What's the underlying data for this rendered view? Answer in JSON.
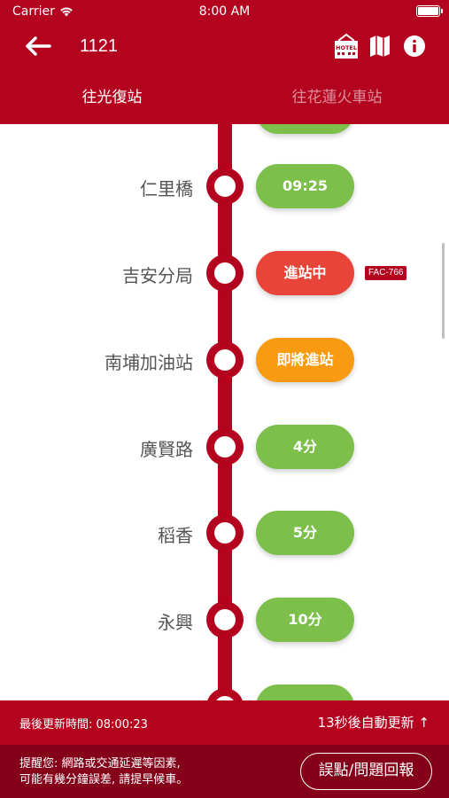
{
  "status_bar": {
    "carrier": "Carrier",
    "time": "8:00 AM"
  },
  "navbar": {
    "route": "1121",
    "icons": [
      "back-arrow-icon",
      "hotel-icon",
      "map-icon",
      "info-icon"
    ],
    "hotel_badge": "HOTEL"
  },
  "tabs": [
    {
      "label": "往光復站",
      "active": true
    },
    {
      "label": "往花蓮火車站",
      "active": false
    }
  ],
  "stops": [
    {
      "name": "仁里橋",
      "eta": "09:25",
      "status": "scheduled",
      "color": "#7cc04b"
    },
    {
      "name": "吉安分局",
      "eta": "進站中",
      "status": "arriving",
      "color": "#e8443a",
      "plate": "FAC-766"
    },
    {
      "name": "南埔加油站",
      "eta": "即將進站",
      "status": "approaching",
      "color": "#f89b10"
    },
    {
      "name": "廣賢路",
      "eta": "4分",
      "status": "minutes",
      "color": "#7cc04b"
    },
    {
      "name": "稻香",
      "eta": "5分",
      "status": "minutes",
      "color": "#7cc04b"
    },
    {
      "name": "永興",
      "eta": "10分",
      "status": "minutes",
      "color": "#7cc04b"
    },
    {
      "name": "",
      "eta": "",
      "status": "partial",
      "color": "#7cc04b"
    }
  ],
  "update_bar": {
    "last_update": "最後更新時間: 08:00:23",
    "auto_refresh": "13秒後自動更新 ↑"
  },
  "footer": {
    "notice_line1": "提醒您: 網路或交通延遲等因素,",
    "notice_line2": "可能有幾分鐘誤差, 請提早候車。",
    "report_button": "誤點/問題回報"
  },
  "colors": {
    "brand": "#b3031f",
    "footer": "#85011a",
    "green": "#7cc04b",
    "red": "#e8443a",
    "orange": "#f89b10"
  }
}
